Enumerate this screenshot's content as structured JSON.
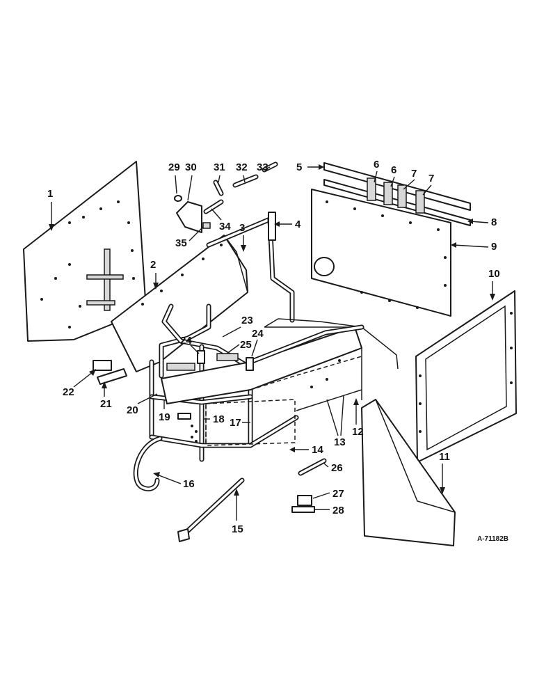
{
  "drawing_number": "A-71182B",
  "callouts": [
    "1",
    "2",
    "3",
    "4",
    "5",
    "6",
    "6",
    "7",
    "7",
    "8",
    "9",
    "10",
    "11",
    "12",
    "13",
    "14",
    "15",
    "16",
    "17",
    "18",
    "19",
    "20",
    "21",
    "22",
    "23",
    "24",
    "24",
    "25",
    "26",
    "27",
    "28",
    "29",
    "30",
    "31",
    "32",
    "33",
    "34",
    "35"
  ]
}
